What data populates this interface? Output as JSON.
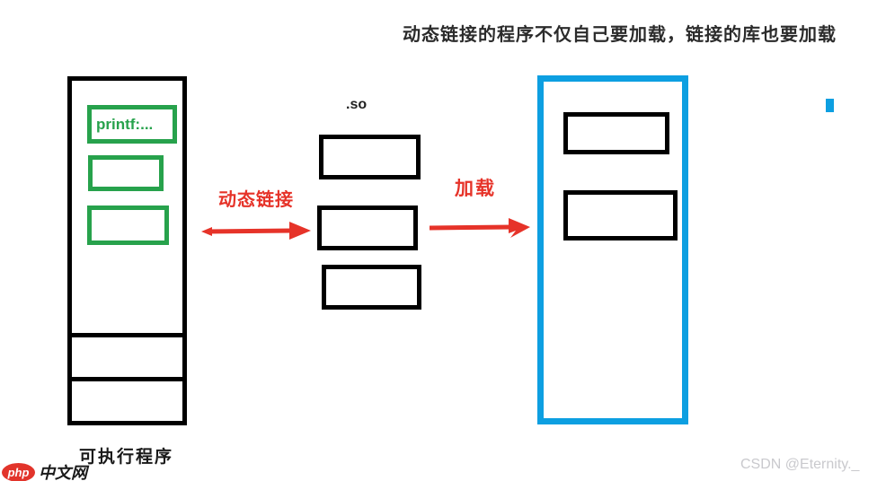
{
  "title": "动态链接的程序不仅自己要加载，链接的库也要加载",
  "executable": {
    "label": "可执行程序",
    "printf_label": "printf:..."
  },
  "library": {
    "label": ".so"
  },
  "arrows": {
    "dynamic_link_label": "动态链接",
    "load_label": "加载"
  },
  "watermarks": {
    "php_logo_text": "php",
    "php_site_text": "中文网",
    "csdn_text": "CSDN @Eternity._"
  },
  "colors": {
    "green": "#27a24c",
    "blue": "#0d9fe1",
    "red": "#e63329",
    "ink": "#000000",
    "title-ink": "#2b2b2b",
    "watermark-gray": "#c9c9cd",
    "php-red": "#e2342b"
  }
}
